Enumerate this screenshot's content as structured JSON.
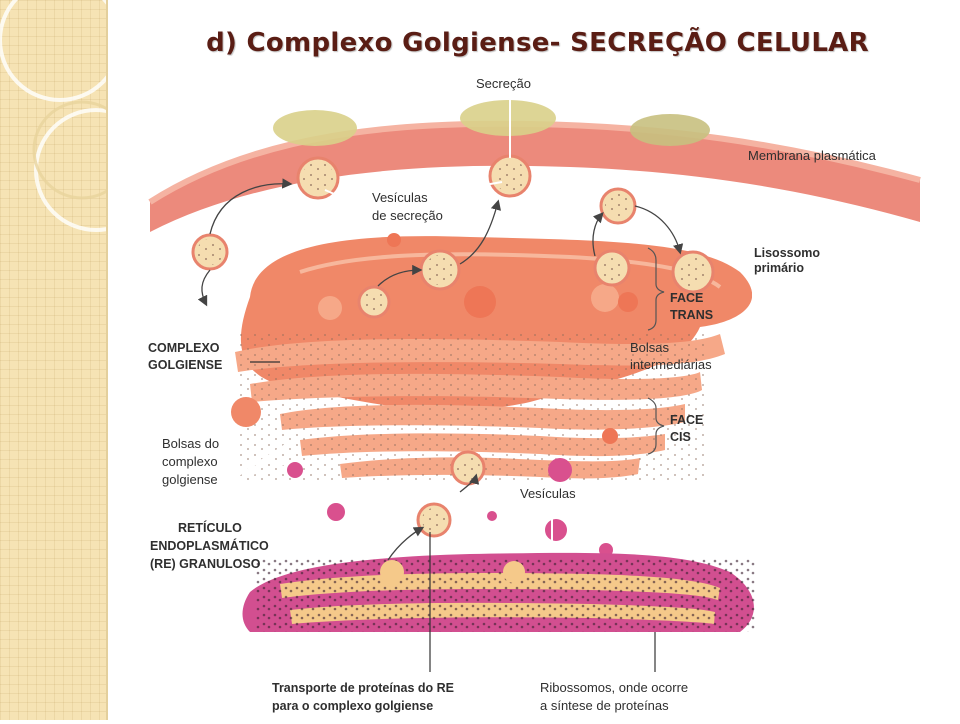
{
  "title": "d) Complexo Golgiense- SECREÇÃO CELULAR",
  "colors": {
    "title": "#5a1d14",
    "sidebar": "#f6e3b4",
    "golgi": "#f08868",
    "membrane": "#ec8a7c",
    "reticulum": "#d24f90",
    "vesicle": "#f5ddb0"
  },
  "labels": {
    "secrecao": "Secreção",
    "membrana": "Membrana plasmática",
    "vesiculas_secrecao_1": "Vesículas",
    "vesiculas_secrecao_2": "de secreção",
    "lisossomo_1": "Lisossomo",
    "lisossomo_2": "primário",
    "face_trans_1": "FACE",
    "face_trans_2": "TRANS",
    "complexo_1": "COMPLEXO",
    "complexo_2": "GOLGIENSE",
    "bolsas_int_1": "Bolsas",
    "bolsas_int_2": "intermediárias",
    "face_cis_1": "FACE",
    "face_cis_2": "CIS",
    "bolsas_do_1": "Bolsas do",
    "bolsas_do_2": "complexo",
    "bolsas_do_3": "golgiense",
    "vesiculas": "Vesículas",
    "reticulo_1": "RETÍCULO",
    "reticulo_2": "ENDOPLASMÁTICO",
    "reticulo_3": "(RE) GRANULOSO",
    "transporte_1": "Transporte de proteínas do RE",
    "transporte_2": "para o complexo golgiense",
    "ribossomos_1": "Ribossomos, onde ocorre",
    "ribossomos_2": "a síntese de proteínas"
  }
}
